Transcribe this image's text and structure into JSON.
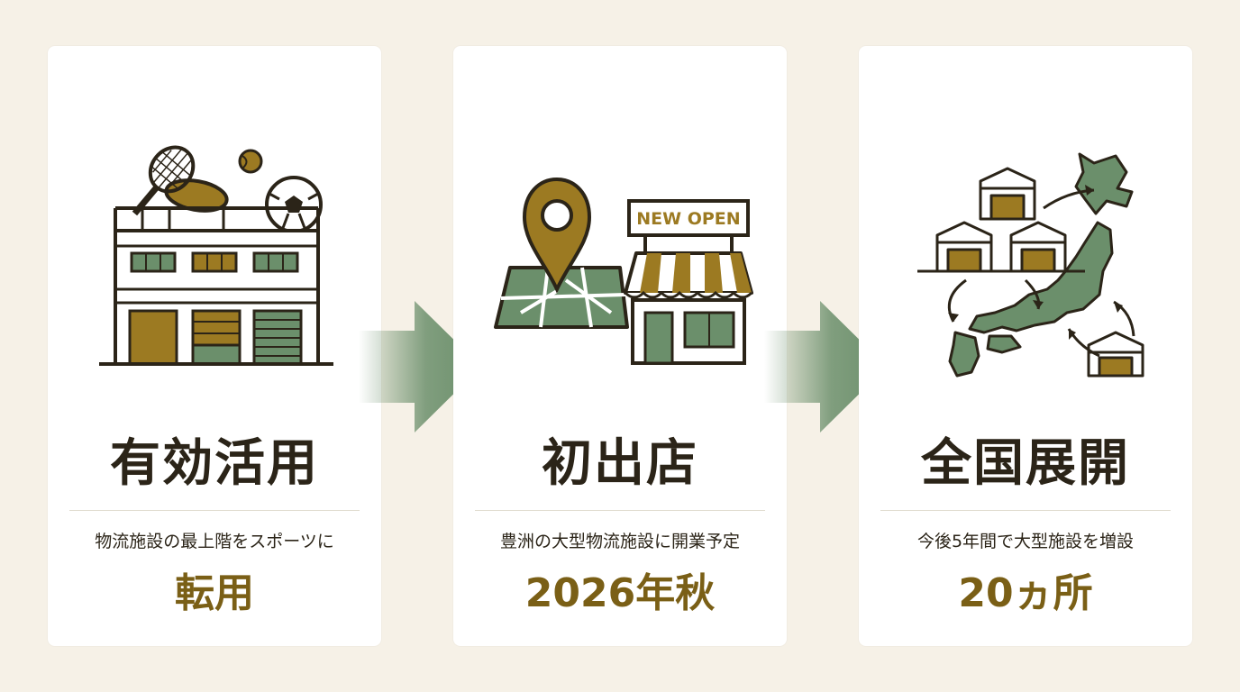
{
  "colors": {
    "background": "#f6f1e7",
    "card": "#ffffff",
    "gold": "#9c7a22",
    "green": "#6b8f6b",
    "text": "#2b2418",
    "highlight": "#7a5f16"
  },
  "steps": [
    {
      "title": "有効活用",
      "description": "物流施設の最上階をスポーツに",
      "highlight": "転用",
      "icon": "sports-building-icon"
    },
    {
      "title": "初出店",
      "description": "豊洲の大型物流施設に開業予定",
      "highlight": "2026年秋",
      "icon": "map-pin-store-icon",
      "sign_text": "NEW OPEN"
    },
    {
      "title": "全国展開",
      "description": "今後5年間で大型施設を増設",
      "highlight": "20ヵ所",
      "icon": "japan-map-warehouses-icon"
    }
  ]
}
